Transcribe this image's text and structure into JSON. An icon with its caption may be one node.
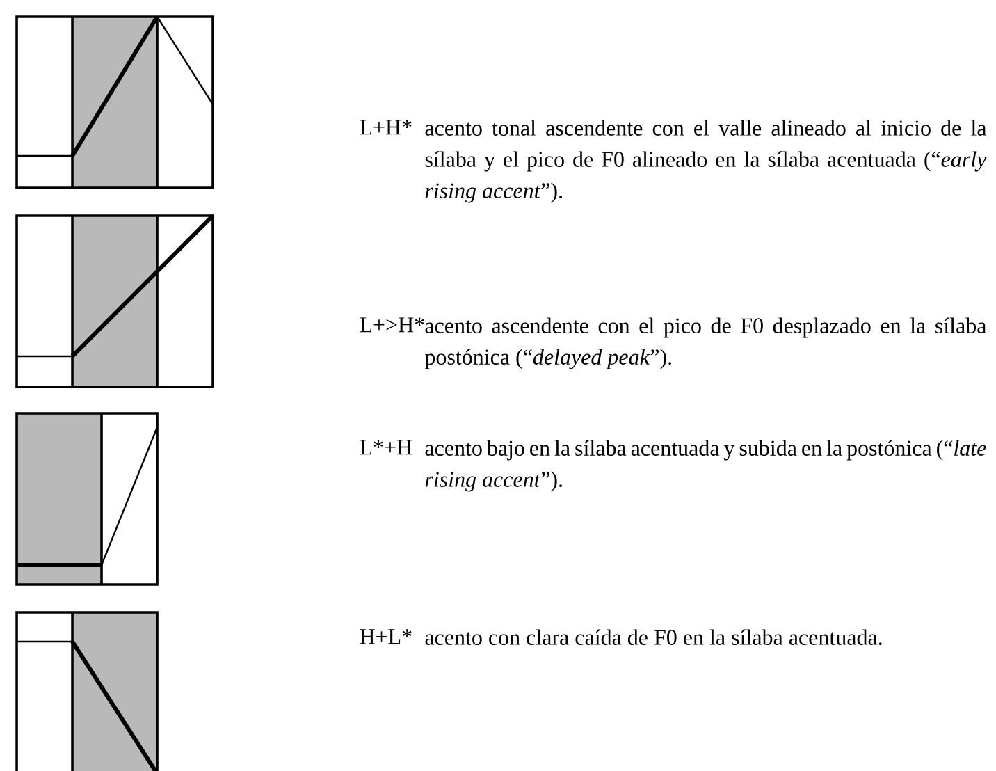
{
  "diagram": {
    "labels": [
      "L+H*",
      "acento tonal ascendente con el valle alineado al inicio de la sílaba y el pico de F0 alineado en la sílaba acentuada (“*early rising accent*”).",
      "L+>H*",
      "acento ascendente con el pico de F0 desplazado en la sílaba postónica (“*delayed peak*”).",
      "L*+H",
      "acento bajo en la sílaba acentuada y subida en la postónica (“*late rising accent*”).",
      "H+L*",
      "acento con clara caída de F0 en la sílaba acentuada."
    ]
  }
}
